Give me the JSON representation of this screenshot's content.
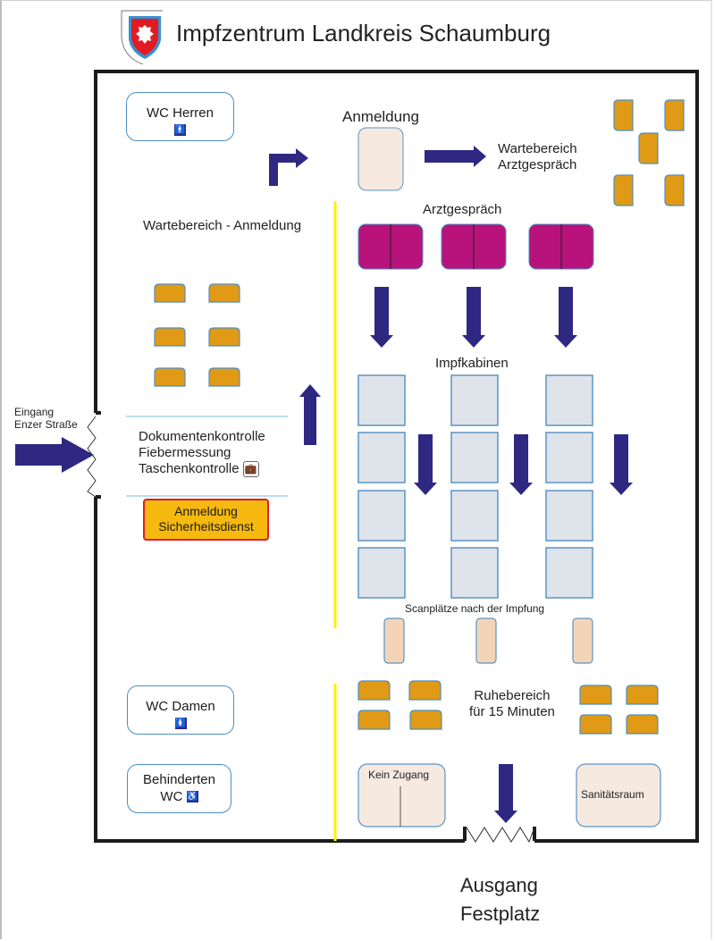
{
  "header": {
    "title": "Impfzentrum Landkreis Schaumburg",
    "crest_icon": "coat-of-arms-icon"
  },
  "entrance": {
    "label_line1": "Eingang",
    "label_line2": "Enzer Straße"
  },
  "exit": {
    "label_line1": "Ausgang",
    "label_line2": "Festplatz"
  },
  "restrooms": {
    "men": {
      "label": "WC Herren",
      "icon": "male-restroom-icon"
    },
    "women": {
      "label": "WC Damen",
      "icon": "female-restroom-icon"
    },
    "accessible": {
      "label_line1": "Behinderten",
      "label_line2": "WC",
      "icon": "wheelchair-icon"
    }
  },
  "checkpoint": {
    "line1": "Dokumentenkontrolle",
    "line2": "Fiebermessung",
    "line3": "Taschenkontrolle",
    "icon": "briefcase-icon",
    "security_line1": "Anmeldung",
    "security_line2": "Sicherheitsdienst"
  },
  "areas": {
    "waiting_registration": "Wartebereich - Anmeldung",
    "registration": "Anmeldung",
    "waiting_doctor_line1": "Wartebereich",
    "waiting_doctor_line2": "Arztgespräch",
    "doctor_consult": "Arztgespräch",
    "vaccination_booths": "Impfkabinen",
    "scan_stations": "Scanplätze nach der Impfung",
    "rest_area_line1": "Ruhebereich",
    "rest_area_line2": "für 15 Minuten",
    "no_access": "Kein Zugang",
    "first_aid": "Sanitätsraum"
  },
  "counts": {
    "doctor_consult_desks": 3,
    "vaccination_booths": 12,
    "scan_stations": 3,
    "waiting_registration_chairs": 6,
    "waiting_doctor_chairs": 5,
    "rest_area_chairs": 8
  },
  "colors": {
    "arrow": "#2e2882",
    "chair": "#e09a16",
    "chair_border": "#4b8fc2",
    "doctor_desk": "#b7137a",
    "booth": "#dfe3ea",
    "booth_border": "#5b94c4",
    "scan": "#f4d4b8",
    "room_fill": "#f6e9e0",
    "divider": "#fff200",
    "wall": "#1c1c1c",
    "security_fill": "#f6b90f",
    "security_border": "#e21b23"
  }
}
